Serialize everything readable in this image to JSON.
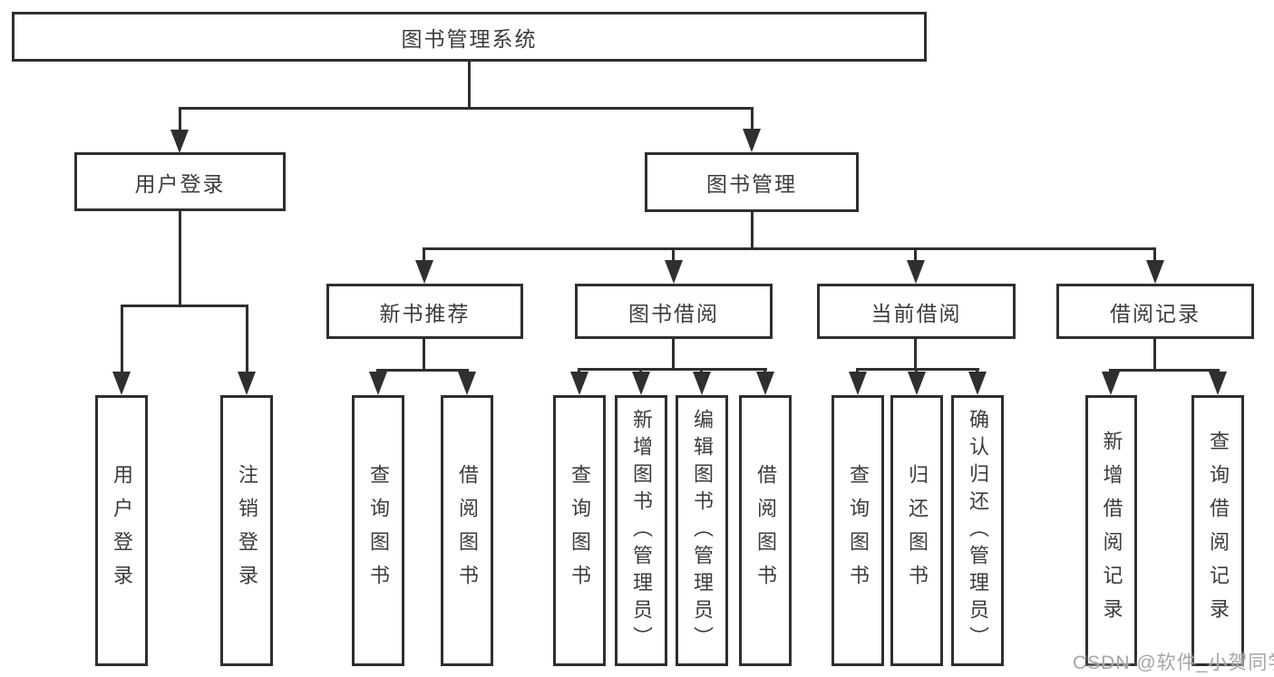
{
  "diagram": {
    "root": {
      "label": "图书管理系统"
    },
    "level2": [
      {
        "label": "用户登录"
      },
      {
        "label": "图书管理"
      }
    ],
    "level3": [
      {
        "label": "新书推荐"
      },
      {
        "label": "图书借阅"
      },
      {
        "label": "当前借阅"
      },
      {
        "label": "借阅记录"
      }
    ],
    "leaves": {
      "user_login": [
        {
          "label": "用户登录"
        },
        {
          "label": "注销登录"
        }
      ],
      "new_books": [
        {
          "label": "查询图书"
        },
        {
          "label": "借阅图书"
        }
      ],
      "book_borrow": [
        {
          "label": "查询图书"
        },
        {
          "label": "新增图书（管理员）"
        },
        {
          "label": "编辑图书（管理员）"
        },
        {
          "label": "借阅图书"
        }
      ],
      "current_borrow": [
        {
          "label": "查询图书"
        },
        {
          "label": "归还图书"
        },
        {
          "label": "确认归还（管理员）"
        }
      ],
      "borrow_records": [
        {
          "label": "新增借阅记录"
        },
        {
          "label": "查询借阅记录"
        }
      ]
    }
  },
  "watermark": {
    "text": "CSDN @软件_小贺同学"
  },
  "colors": {
    "line": "#2f2f2f",
    "text": "#3c3c3c",
    "watermark": "#a6a6a6",
    "background": "#ffffff"
  }
}
